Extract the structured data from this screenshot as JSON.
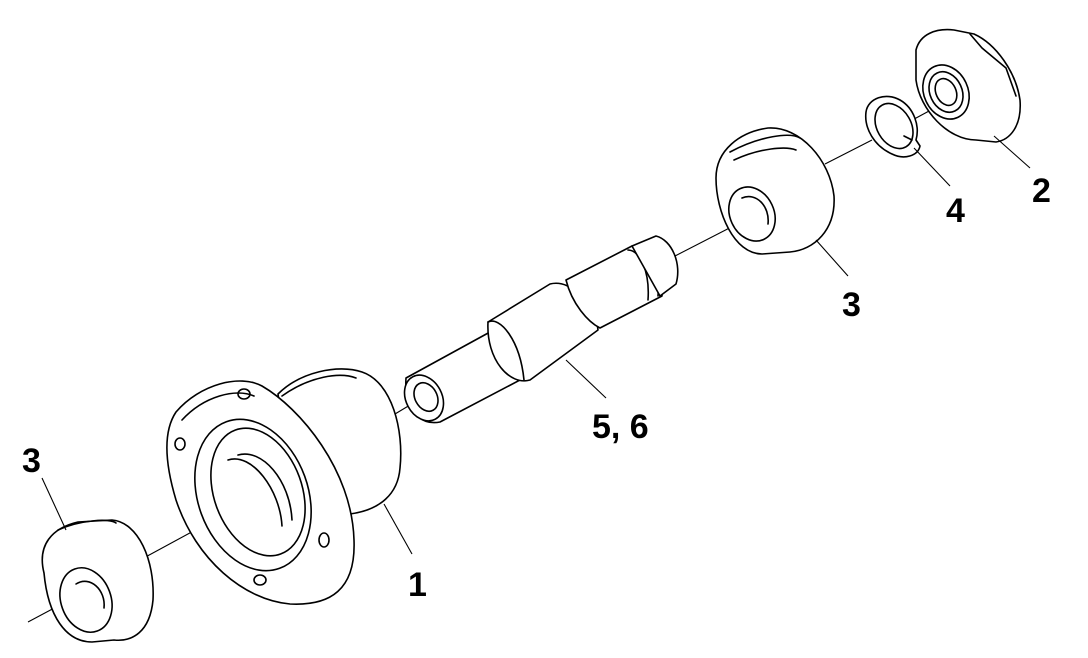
{
  "labels": {
    "hub": "1",
    "nut": "2",
    "bearing_right": "3",
    "bearing_left": "3",
    "lock_washer": "4",
    "shaft": "5, 6"
  },
  "colors": {
    "stroke": "#000000",
    "fill": "#ffffff",
    "background": "#ffffff"
  }
}
